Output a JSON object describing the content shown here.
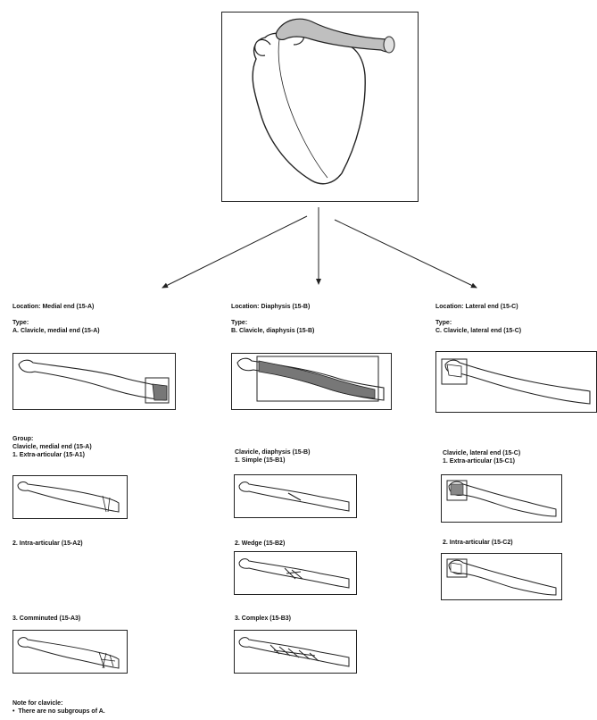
{
  "columns": [
    {
      "location": "Location: Medial end (15-A)",
      "type_heading": "Type:",
      "type_label": "A. Clavicle, medial end (15-A)",
      "group_heading": "Group:",
      "group_title": "Clavicle, medial end (15-A)",
      "groups": [
        "1. Extra-articular (15-A1)",
        "2. Intra-articular (15-A2)",
        "3. Comminuted (15-A3)"
      ]
    },
    {
      "location": "Location: Diaphysis (15-B)",
      "type_heading": "Type:",
      "type_label": "B. Clavicle, diaphysis (15-B)",
      "group_title": "Clavicle, diaphysis (15-B)",
      "groups": [
        "1. Simple (15-B1)",
        "2. Wedge (15-B2)",
        "3. Complex (15-B3)"
      ]
    },
    {
      "location": "Location: Lateral end (15-C)",
      "type_heading": "Type:",
      "type_label": "C. Clavicle, lateral end (15-C)",
      "group_title": "Clavicle, lateral end (15-C)",
      "groups": [
        "1. Extra-articular (15-C1)",
        "2. Intra-articular (15-C2)"
      ]
    }
  ],
  "note": {
    "heading": "Note for clavicle:",
    "bullet": "There are no subgroups of A."
  },
  "colors": {
    "shade": "#888888",
    "line": "#222222"
  }
}
